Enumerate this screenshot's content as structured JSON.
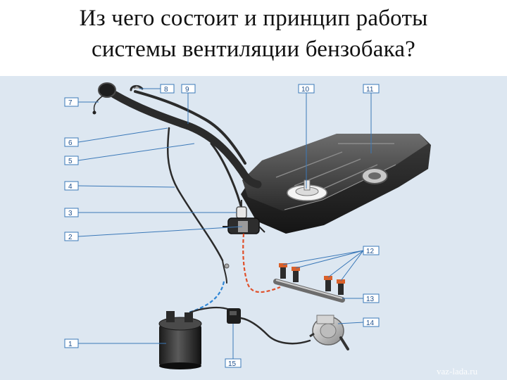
{
  "title_line1": "Из чего состоит и принцип работы",
  "title_line2": "системы вентиляции бензобака?",
  "callouts": [
    "1",
    "2",
    "3",
    "4",
    "5",
    "6",
    "7",
    "8",
    "9",
    "10",
    "11",
    "12",
    "13",
    "14",
    "15"
  ],
  "watermark": "vaz-lada.ru",
  "colors": {
    "panel": "#dde7f1",
    "callout_border": "#3a78b8",
    "callout_text": "#1d4f8c",
    "fuel_line": "#e0502a",
    "vent_line": "#2f86d6"
  }
}
